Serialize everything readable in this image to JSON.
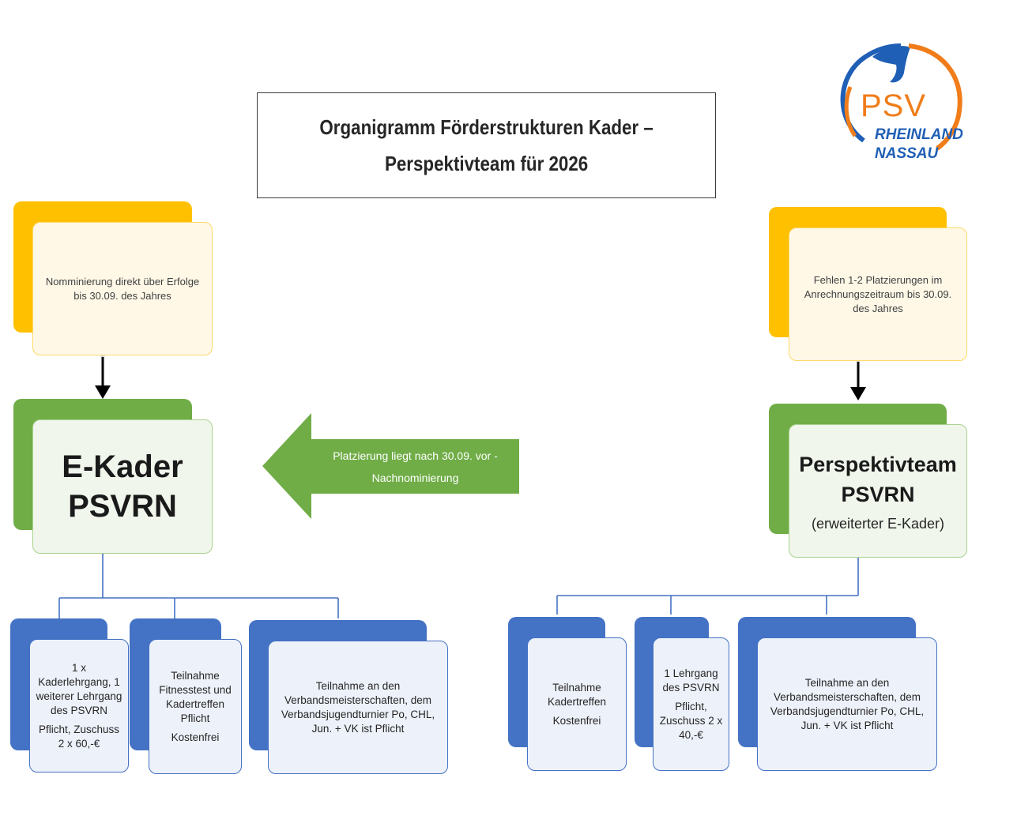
{
  "title": {
    "line1": "Organigramm Förderstrukturen Kader –",
    "line2": "Perspektivteam für 2026"
  },
  "logo": {
    "brand": "PSV",
    "line1": "RHEINLAND",
    "line2": "NASSAU",
    "colors": {
      "blue": "#1f5fb5",
      "orange": "#f07d1a"
    }
  },
  "left": {
    "criteria": "Nomminierung direkt über Erfolge bis 30.09. des Jahres",
    "kader_line1": "E-Kader",
    "kader_line2": "PSVRN",
    "boxes": [
      {
        "text": "1 x Kaderlehrgang, 1 weiterer Lehrgang des PSVRN",
        "note": "Pflicht, Zuschuss 2 x 60,-€"
      },
      {
        "text": "Teilnahme Fitnesstest und Kadertreffen Pflicht",
        "note": "Kostenfrei"
      },
      {
        "text": "Teilnahme an den Verbandsmeisterschaften, dem Verbandsjugendturnier Po, CHL, Jun. + VK ist Pflicht"
      }
    ]
  },
  "arrow": {
    "line1": "Platzierung liegt nach 30.09. vor -",
    "line2": "Nachnominierung"
  },
  "right": {
    "criteria": "Fehlen 1-2 Platzierungen im Anrechnungszeitraum bis 30.09. des Jahres",
    "team_line1": "Perspektivteam",
    "team_line2": "PSVRN",
    "team_sub": "(erweiterter E-Kader)",
    "boxes": [
      {
        "text": "Teilnahme Kadertreffen",
        "note": "Kostenfrei"
      },
      {
        "text": "1 Lehrgang des PSVRN",
        "note": "Pflicht, Zuschuss 2 x 40,-€"
      },
      {
        "text": "Teilnahme an den Verbandsmeisterschaften, dem Verbandsjugendturnier Po, CHL, Jun. + VK ist Pflicht"
      }
    ]
  },
  "colors": {
    "yellow": "#ffc000",
    "green": "#70ad47",
    "blue": "#4472c4",
    "arrow_green": "#70ad47"
  }
}
